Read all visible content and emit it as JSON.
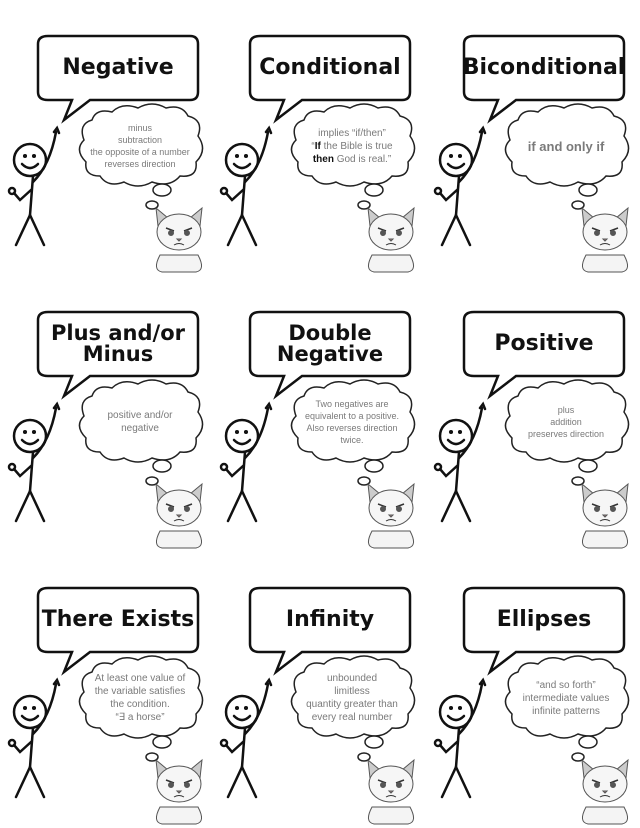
{
  "panels": [
    {
      "title": [
        "Negative"
      ],
      "thought": [
        [
          {
            "t": "minus"
          }
        ],
        [
          {
            "t": "subtraction"
          }
        ],
        [
          {
            "t": "the opposite of a number"
          }
        ],
        [
          {
            "t": "reverses direction"
          }
        ]
      ]
    },
    {
      "title": [
        "Conditional"
      ],
      "thought": [
        [
          {
            "t": "implies “if/then”"
          }
        ],
        [
          {
            "t": "“"
          },
          {
            "t": "If",
            "b": true
          },
          {
            "t": " the Bible is true"
          }
        ],
        [
          {
            "t": "then",
            "b": true
          },
          {
            "t": " God is real.”"
          }
        ]
      ],
      "size": "medium"
    },
    {
      "title": [
        "Biconditional"
      ],
      "thought": [
        [
          {
            "t": "if and only if"
          }
        ]
      ],
      "size": "big"
    },
    {
      "title": [
        "Plus and/or",
        "Minus"
      ],
      "thought": [
        [
          {
            "t": "positive and/or"
          }
        ],
        [
          {
            "t": "negative"
          }
        ]
      ],
      "size": "medium"
    },
    {
      "title": [
        "Double",
        "Negative"
      ],
      "thought": [
        [
          {
            "t": "Two negatives are"
          }
        ],
        [
          {
            "t": "equivalent to a positive."
          }
        ],
        [
          {
            "t": "Also reverses direction"
          }
        ],
        [
          {
            "t": "twice."
          }
        ]
      ]
    },
    {
      "title": [
        "Positive"
      ],
      "thought": [
        [
          {
            "t": "plus"
          }
        ],
        [
          {
            "t": "addition"
          }
        ],
        [
          {
            "t": "preserves direction"
          }
        ]
      ]
    },
    {
      "title": [
        "There Exists"
      ],
      "thought": [
        [
          {
            "t": "At least one value of"
          }
        ],
        [
          {
            "t": "the variable satisfies"
          }
        ],
        [
          {
            "t": "the condition."
          }
        ],
        [
          {
            "t": "“∃ a horse”"
          }
        ]
      ],
      "size": "medium"
    },
    {
      "title": [
        "Infinity"
      ],
      "thought": [
        [
          {
            "t": "unbounded"
          }
        ],
        [
          {
            "t": "limitless"
          }
        ],
        [
          {
            "t": "quantity greater  than"
          }
        ],
        [
          {
            "t": "every real number"
          }
        ]
      ],
      "size": "medium"
    },
    {
      "title": [
        "Ellipses"
      ],
      "thought": [
        [
          {
            "t": "“and so forth”"
          }
        ],
        [
          {
            "t": "intermediate values"
          }
        ],
        [
          {
            "t": "infinite patterns"
          }
        ]
      ],
      "size": "medium"
    }
  ],
  "icons": {
    "figure": "stick-figure-icon",
    "cat": "grumpy-cat-icon"
  }
}
